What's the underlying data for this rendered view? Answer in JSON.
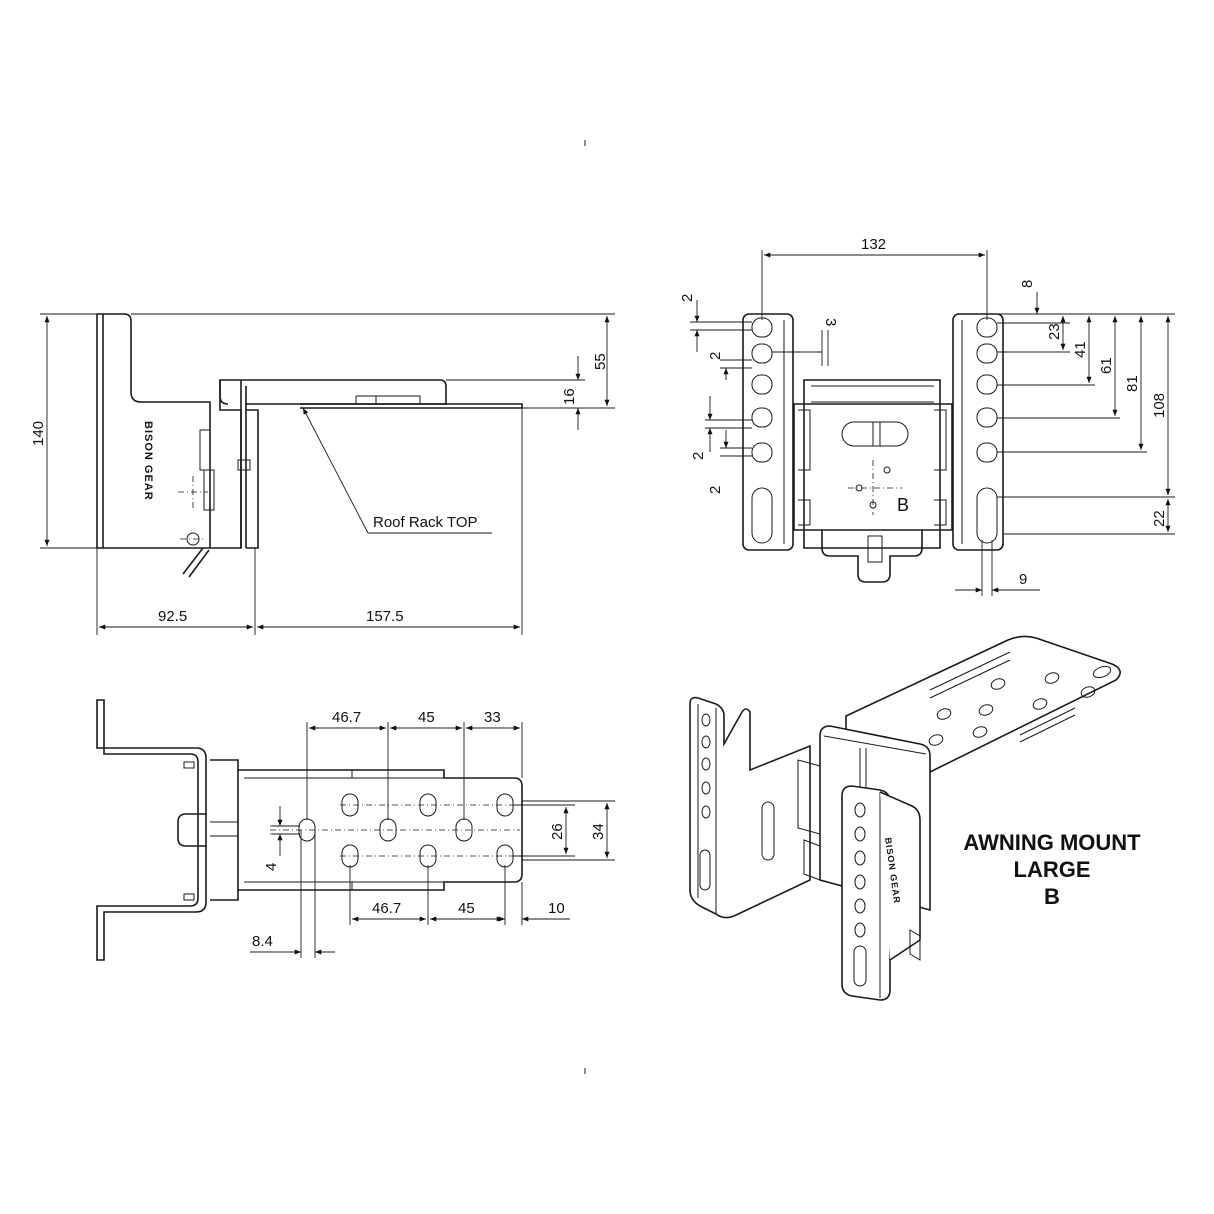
{
  "title": {
    "line1": "AWNING MOUNT",
    "line2": "LARGE",
    "line3": "B"
  },
  "brand_text": "BISON GEAR",
  "side_view": {
    "callout": "Roof Rack TOP",
    "dims": {
      "height_total": "140",
      "height_upper": "55",
      "height_tab": "16",
      "width_left": "92.5",
      "width_right": "157.5"
    }
  },
  "front_view": {
    "dims": {
      "width": "132",
      "gap_a": "2",
      "gap_b": "2",
      "gap_c": "2",
      "gap_d": "2",
      "gap_3": "3",
      "off_8": "8",
      "off_23": "23",
      "off_41": "41",
      "off_61": "61",
      "off_81": "81",
      "off_108": "108",
      "slot_22": "22",
      "width_9": "9"
    }
  },
  "top_view": {
    "dims": {
      "pitch_top_1": "46.7",
      "pitch_top_2": "45",
      "pitch_top_3": "33",
      "pitch_bot_1": "46.7",
      "pitch_bot_2": "45",
      "end_10": "10",
      "hole_26": "26",
      "hole_34": "34",
      "offset_4": "4",
      "slot_8_4": "8.4"
    }
  }
}
